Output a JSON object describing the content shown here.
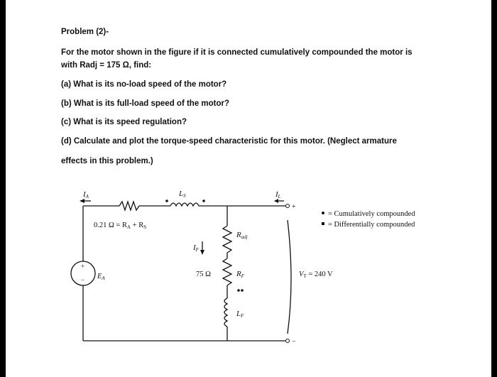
{
  "problem": {
    "title": "Problem (2)-",
    "intro_line1": "For the motor shown in the figure if it is connected cumulatively compounded the motor is",
    "intro_line2": "with Radj = 175 Ω, find:",
    "q_a": "(a) What is its no-load speed of the motor?",
    "q_b": "(b) What is its full-load speed of the motor?",
    "q_c": "(c) What is its speed regulation?",
    "q_d_line1": "(d) Calculate and plot the torque-speed characteristic for this motor. (Neglect armature",
    "q_d_line2": "effects in this problem.)"
  },
  "figure": {
    "label_ia": "I",
    "label_ia_sub": "A",
    "label_ra_rs": "0.21 Ω = R",
    "label_ra_sub": "A",
    "label_plus_rs": " + R",
    "label_rs_sub": "S",
    "label_ls": "L",
    "label_ls_sub": "S",
    "label_il": "I",
    "label_il_sub": "L",
    "label_radj": "R",
    "label_radj_sub": "adj",
    "label_if": "I",
    "label_if_sub": "F",
    "label_75": "75 Ω",
    "label_rf": "R",
    "label_rf_sub": "F",
    "label_lf": "L",
    "label_lf_sub": "F",
    "label_ea": "E",
    "label_ea_sub": "A",
    "label_vt": "V",
    "label_vt_sub": "T",
    "label_vt_value": " = 240 V",
    "legend_cumulative": "= Cumulatively compounded",
    "legend_differential": "= Differentially compounded",
    "plus_sign": "+",
    "minus_sign": "−",
    "src_plus": "+",
    "src_minus": "−"
  }
}
